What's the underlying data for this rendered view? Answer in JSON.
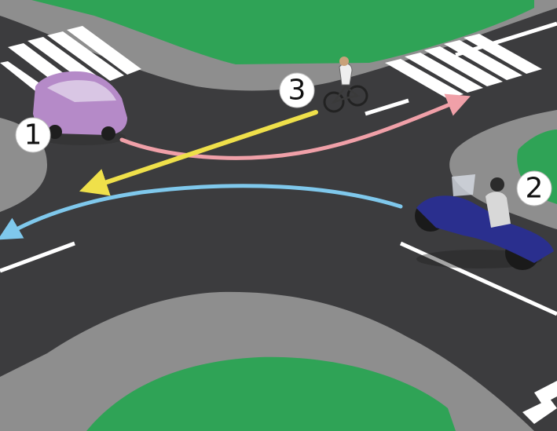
{
  "scene": {
    "colors": {
      "background": "#ffffff",
      "grass": "#2fa356",
      "grass_dark": "#238a45",
      "sidewalk": "#8e8e8e",
      "road": "#3c3c3e",
      "markings": "#ffffff",
      "path_car": "#f0a0a8",
      "path_motorcycle": "#7fc8ec",
      "path_bicycle": "#efe04a",
      "car_body": "#b58ac8",
      "motorcycle_body": "#2a2f8e"
    },
    "labels": [
      {
        "id": "car",
        "text": "1"
      },
      {
        "id": "motorcycle",
        "text": "2"
      },
      {
        "id": "bicycle",
        "text": "3"
      }
    ]
  }
}
